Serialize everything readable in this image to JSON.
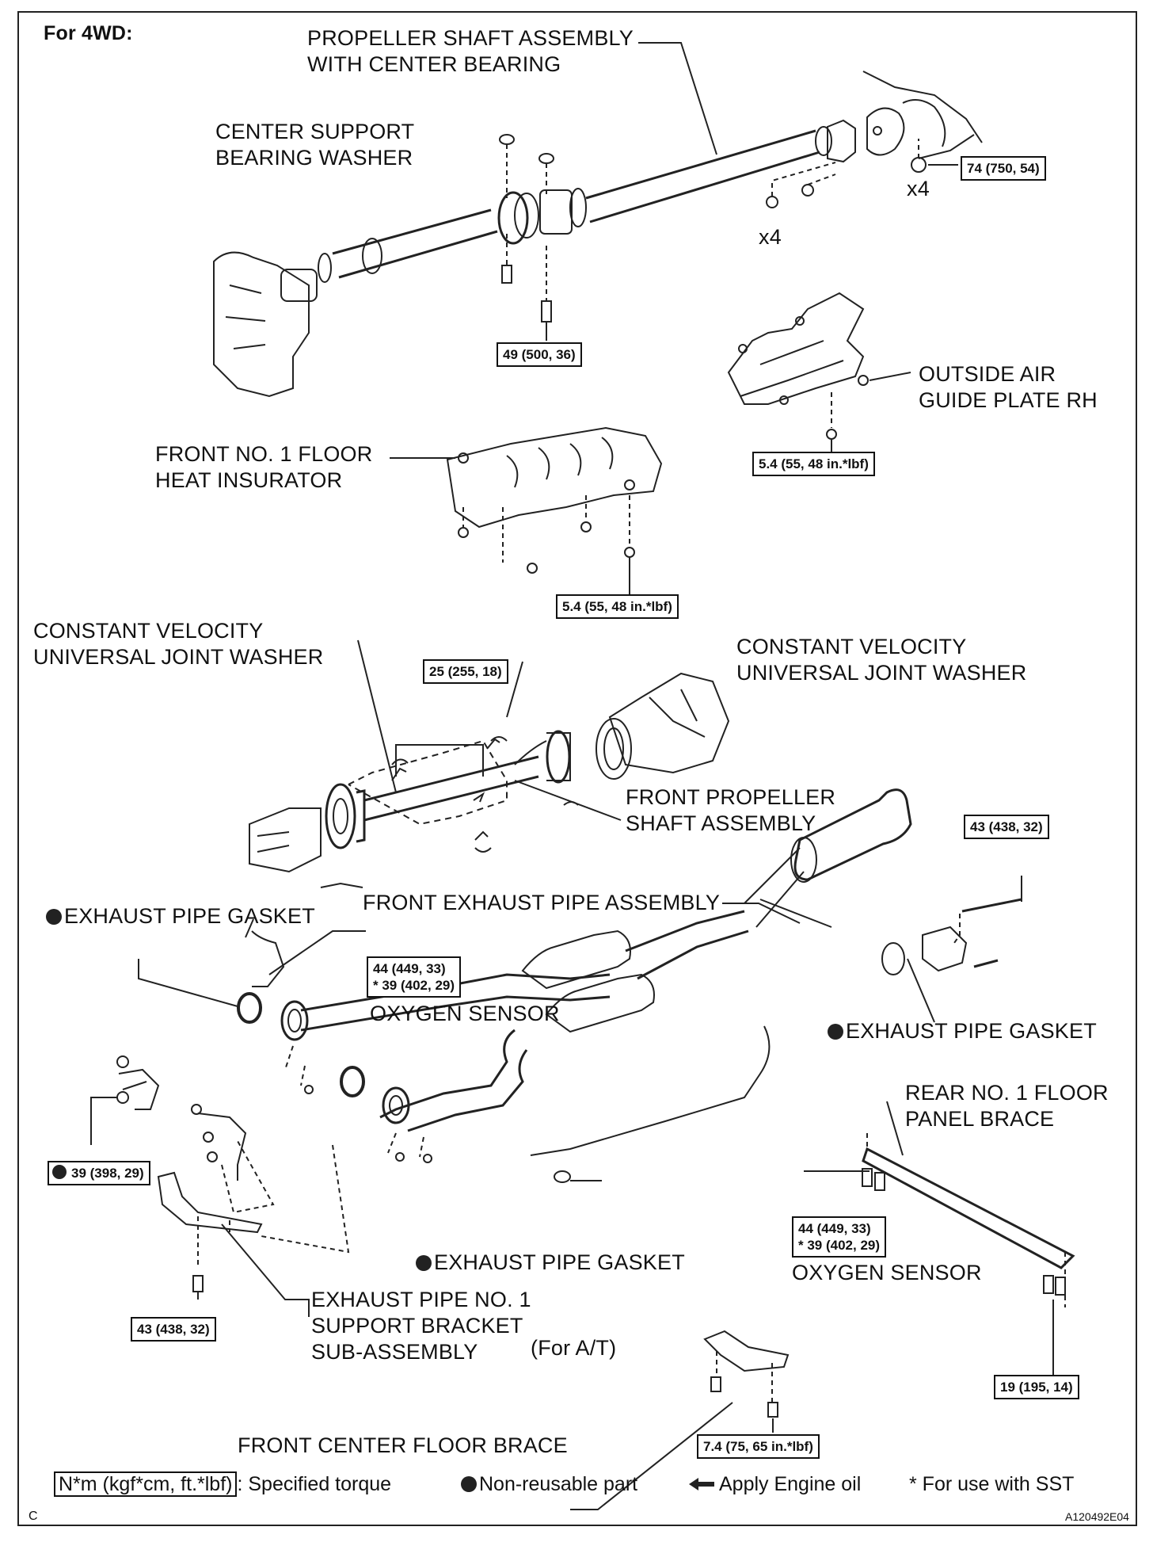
{
  "header": {
    "title": "For 4WD:"
  },
  "labels": {
    "propeller_shaft": [
      "PROPELLER SHAFT ASSEMBLY",
      "WITH CENTER BEARING"
    ],
    "center_support": [
      "CENTER SUPPORT",
      "BEARING WASHER"
    ],
    "outside_air": [
      "OUTSIDE AIR",
      "GUIDE PLATE RH"
    ],
    "heat_insurator": [
      "FRONT NO. 1 FLOOR",
      "HEAT INSURATOR"
    ],
    "cvj_washer_left": [
      "CONSTANT VELOCITY",
      "UNIVERSAL JOINT WASHER"
    ],
    "cvj_washer_right": [
      "CONSTANT VELOCITY",
      "UNIVERSAL JOINT WASHER"
    ],
    "front_propeller": [
      "FRONT PROPELLER",
      "SHAFT ASSEMBLY"
    ],
    "exhaust_gasket_top": "EXHAUST PIPE GASKET",
    "front_exhaust": "FRONT EXHAUST PIPE ASSEMBLY",
    "exhaust_gasket_right": "EXHAUST PIPE GASKET",
    "oxygen_sensor_1": "OXYGEN SENSOR",
    "rear_brace": [
      "REAR NO. 1 FLOOR",
      "PANEL  BRACE"
    ],
    "exhaust_gasket_mid": "EXHAUST PIPE GASKET",
    "oxygen_sensor_2": "OXYGEN SENSOR",
    "support_bracket": [
      "EXHAUST PIPE NO. 1",
      "SUPPORT BRACKET",
      "SUB-ASSEMBLY"
    ],
    "for_at": "(For A/T)",
    "center_floor_brace": "FRONT CENTER FLOOR BRACE",
    "x4_a": "x4",
    "x4_b": "x4"
  },
  "torques": {
    "t74": "74 (750, 54)",
    "t49": "49 (500, 36)",
    "t54a": "5.4 (55, 48 in.*lbf)",
    "t54b": "5.4 (55, 48 in.*lbf)",
    "t25": "25 (255, 18)",
    "t43a": "43 (438, 32)",
    "t44a": [
      "44 (449, 33)",
      "* 39 (402, 29)"
    ],
    "t39": "39 (398, 29)",
    "t44b": [
      "44 (449, 33)",
      "* 39 (402, 29)"
    ],
    "t43b": "43 (438, 32)",
    "t19": "19 (195, 14)",
    "t74b": "7.4 (75, 65 in.*lbf)"
  },
  "legend": {
    "torque_unit": "N*m (kgf*cm, ft.*lbf)",
    "torque_desc": ": Specified torque",
    "nonreusable": "Non-reusable part",
    "engine_oil": "Apply Engine oil",
    "sst": "* For use with SST"
  },
  "footer": {
    "left_code": "C",
    "figure_id": "A120492E04"
  }
}
